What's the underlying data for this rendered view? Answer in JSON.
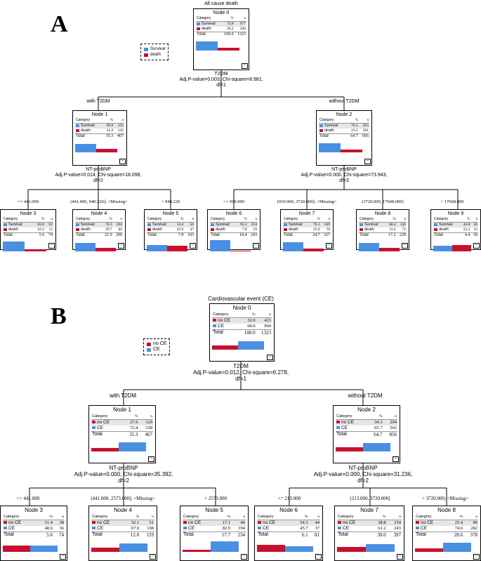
{
  "colors": {
    "red": "#c8102e",
    "blue": "#4a90e2"
  },
  "panel_a": {
    "letter": "A",
    "title": "All cause death",
    "legend": [
      "Survival",
      "death"
    ],
    "header": {
      "category": "Category",
      "pct": "%",
      "n": "n"
    },
    "nodes": [
      {
        "name": "Node 0",
        "r1": {
          "label": "Survival",
          "pct": "73.8",
          "n": "977"
        },
        "r2": {
          "label": "death",
          "pct": "26.2",
          "n": "346"
        },
        "total": {
          "label": "Total",
          "pct": "100.0",
          "n": "1323"
        },
        "blue": 73.8,
        "red": 26.2
      },
      {
        "name": "Node 1",
        "r1": {
          "label": "Survival",
          "pct": "69.0",
          "n": "322"
        },
        "r2": {
          "label": "death",
          "pct": "31.0",
          "n": "145"
        },
        "total": {
          "label": "Total",
          "pct": "35.3",
          "n": "467"
        },
        "blue": 69.0,
        "red": 31.0
      },
      {
        "name": "Node 2",
        "r1": {
          "label": "Survival",
          "pct": "76.5",
          "n": "655"
        },
        "r2": {
          "label": "death",
          "pct": "23.5",
          "n": "201"
        },
        "total": {
          "label": "Total",
          "pct": "64.7",
          "n": "856"
        },
        "blue": 76.5,
        "red": 23.5
      },
      {
        "name": "Node 3",
        "r1": {
          "label": "Survival",
          "pct": "83.8",
          "n": "62"
        },
        "r2": {
          "label": "death",
          "pct": "16.2",
          "n": "12"
        },
        "total": {
          "label": "Total",
          "pct": "5.6",
          "n": "74"
        },
        "blue": 83.8,
        "red": 16.2
      },
      {
        "name": "Node 4",
        "r1": {
          "label": "Survival",
          "pct": "70.3",
          "n": "204"
        },
        "r2": {
          "label": "death",
          "pct": "29.7",
          "n": "86"
        },
        "total": {
          "label": "Total",
          "pct": "21.9",
          "n": "290"
        },
        "blue": 70.3,
        "red": 29.7
      },
      {
        "name": "Node 5",
        "r1": {
          "label": "Survival",
          "pct": "54.4",
          "n": "56"
        },
        "r2": {
          "label": "death",
          "pct": "45.6",
          "n": "47"
        },
        "total": {
          "label": "Total",
          "pct": "7.8",
          "n": "103"
        },
        "blue": 54.4,
        "red": 45.6
      },
      {
        "name": "Node 6",
        "r1": {
          "label": "Survival",
          "pct": "92.2",
          "n": "224"
        },
        "r2": {
          "label": "death",
          "pct": "7.8",
          "n": "19"
        },
        "total": {
          "label": "Total",
          "pct": "18.4",
          "n": "243"
        },
        "blue": 92.2,
        "red": 7.8
      },
      {
        "name": "Node 7",
        "r1": {
          "label": "Survival",
          "pct": "76.1",
          "n": "249"
        },
        "r2": {
          "label": "death",
          "pct": "23.9",
          "n": "78"
        },
        "total": {
          "label": "Total",
          "pct": "24.7",
          "n": "327"
        },
        "blue": 76.1,
        "red": 23.9
      },
      {
        "name": "Node 8",
        "r1": {
          "label": "Survival",
          "pct": "68.4",
          "n": "156"
        },
        "r2": {
          "label": "death",
          "pct": "31.6",
          "n": "72"
        },
        "total": {
          "label": "Total",
          "pct": "17.2",
          "n": "228"
        },
        "blue": 68.4,
        "red": 31.6
      },
      {
        "name": "Node 9",
        "r1": {
          "label": "Survival",
          "pct": "44.8",
          "n": "26"
        },
        "r2": {
          "label": "death",
          "pct": "55.2",
          "n": "32"
        },
        "total": {
          "label": "Total",
          "pct": "4.4",
          "n": "58"
        },
        "blue": 44.8,
        "red": 55.2
      }
    ],
    "split0": {
      "var": "T2DM",
      "stat": "Adj.P-value=0.003, Chi-square=8.981,",
      "df": "df=1"
    },
    "branch_left": "with T2DM",
    "branch_right": "without T2DM",
    "split1": {
      "var": "NT-proBNP",
      "stat": "Adj.P-value=0.014, Chi-square=18.098,",
      "df": "df=2"
    },
    "split2": {
      "var": "NT-proBNP",
      "stat": "Adj.P-value=0.000, Chi-square=73.943,",
      "df": "df=3"
    },
    "edges": [
      "<= 441.000",
      "(441.000, 940.220]; <Missing>",
      "> 940.220",
      "<= 919.000",
      "(919.000, 3720.000]; <Missing>",
      "(3720.000, 17668.000]",
      "> 17668.000"
    ]
  },
  "panel_b": {
    "letter": "B",
    "title": "Cardiovascular event (CE)",
    "legend": [
      "no CE",
      "CE"
    ],
    "header": {
      "category": "Category",
      "pct": "%",
      "n": "n"
    },
    "nodes": [
      {
        "name": "Node 0",
        "r1": {
          "label": "no CE",
          "pct": "32.0",
          "n": "423"
        },
        "r2": {
          "label": "CE",
          "pct": "68.0",
          "n": "900"
        },
        "total": {
          "label": "Total",
          "pct": "100.0",
          "n": "1323"
        },
        "red": 32.0,
        "blue": 68.0
      },
      {
        "name": "Node 1",
        "r1": {
          "label": "no CE",
          "pct": "27.6",
          "n": "129"
        },
        "r2": {
          "label": "CE",
          "pct": "72.4",
          "n": "338"
        },
        "total": {
          "label": "Total",
          "pct": "35.3",
          "n": "467"
        },
        "red": 27.6,
        "blue": 72.4
      },
      {
        "name": "Node 2",
        "r1": {
          "label": "no CE",
          "pct": "34.3",
          "n": "294"
        },
        "r2": {
          "label": "CE",
          "pct": "65.7",
          "n": "562"
        },
        "total": {
          "label": "Total",
          "pct": "64.7",
          "n": "856"
        },
        "red": 34.3,
        "blue": 65.7
      },
      {
        "name": "Node 3",
        "r1": {
          "label": "no CE",
          "pct": "51.4",
          "n": "38"
        },
        "r2": {
          "label": "CE",
          "pct": "48.6",
          "n": "36"
        },
        "total": {
          "label": "Total",
          "pct": "5.6",
          "n": "74"
        },
        "red": 51.4,
        "blue": 48.6
      },
      {
        "name": "Node 4",
        "r1": {
          "label": "no CE",
          "pct": "32.1",
          "n": "51"
        },
        "r2": {
          "label": "CE",
          "pct": "67.9",
          "n": "108"
        },
        "total": {
          "label": "Total",
          "pct": "12.0",
          "n": "159"
        },
        "red": 32.1,
        "blue": 67.9
      },
      {
        "name": "Node 5",
        "r1": {
          "label": "no CE",
          "pct": "17.1",
          "n": "40"
        },
        "r2": {
          "label": "CE",
          "pct": "82.9",
          "n": "194"
        },
        "total": {
          "label": "Total",
          "pct": "17.7",
          "n": "234"
        },
        "red": 17.1,
        "blue": 82.9
      },
      {
        "name": "Node 6",
        "r1": {
          "label": "no CE",
          "pct": "54.3",
          "n": "44"
        },
        "r2": {
          "label": "CE",
          "pct": "45.7",
          "n": "37"
        },
        "total": {
          "label": "Total",
          "pct": "6.1",
          "n": "81"
        },
        "red": 54.3,
        "blue": 45.7
      },
      {
        "name": "Node 7",
        "r1": {
          "label": "no CE",
          "pct": "38.8",
          "n": "154"
        },
        "r2": {
          "label": "CE",
          "pct": "61.2",
          "n": "243"
        },
        "total": {
          "label": "Total",
          "pct": "30.0",
          "n": "397"
        },
        "red": 38.8,
        "blue": 61.2
      },
      {
        "name": "Node 8",
        "r1": {
          "label": "no CE",
          "pct": "25.4",
          "n": "96"
        },
        "r2": {
          "label": "CE",
          "pct": "74.6",
          "n": "282"
        },
        "total": {
          "label": "Total",
          "pct": "28.6",
          "n": "378"
        },
        "red": 25.4,
        "blue": 74.6
      }
    ],
    "split0": {
      "var": "T2DM",
      "stat": "Adj.P-value=0.012, Chi-square=6.278,",
      "df": "df=1"
    },
    "branch_left": "with T2DM",
    "branch_right": "without T2DM",
    "split1": {
      "var": "NT-proBNP",
      "stat": "Adj.P-value=0.000, Chi-square=35.392,",
      "df": "df=2"
    },
    "split2": {
      "var": "NT-proBNP",
      "stat": "Adj.P-value=0.000, Chi-square=31.236,",
      "df": "df=2"
    },
    "edges": [
      "<= 441.000",
      "(441.000, 2573.000]; <Missing>",
      "> 2573.000",
      "<= 213.000",
      "(213.000, 3720.000]",
      "> 3720.000; <Missing>"
    ]
  }
}
